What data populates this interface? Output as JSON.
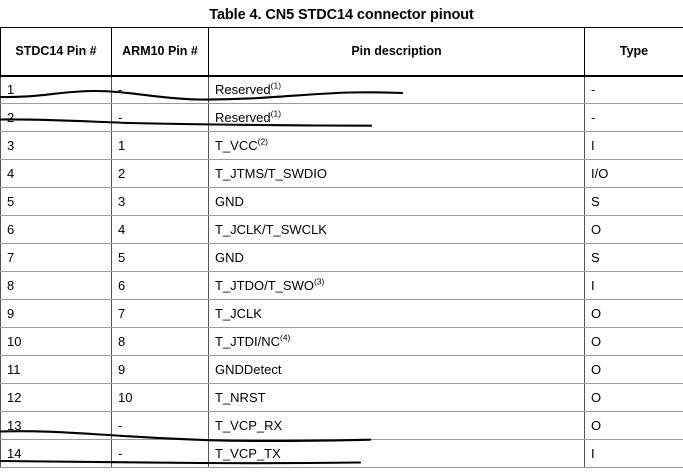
{
  "document": {
    "caption": "Table 4. CN5 STDC14 connector pinout"
  },
  "table": {
    "columns": [
      {
        "key": "stdc14_pin",
        "label": "STDC14 Pin #"
      },
      {
        "key": "arm10_pin",
        "label": "ARM10 Pin #"
      },
      {
        "key": "description",
        "label": "Pin description"
      },
      {
        "key": "type",
        "label": "Type"
      }
    ],
    "rows": [
      {
        "stdc14_pin": "1",
        "arm10_pin": "-",
        "description": "Reserved",
        "footnote": "(1)",
        "type": "-",
        "struck": true
      },
      {
        "stdc14_pin": "2",
        "arm10_pin": "-",
        "description": "Reserved",
        "footnote": "(1)",
        "type": "-",
        "struck": true
      },
      {
        "stdc14_pin": "3",
        "arm10_pin": "1",
        "description": "T_VCC",
        "footnote": "(2)",
        "type": "I",
        "struck": false
      },
      {
        "stdc14_pin": "4",
        "arm10_pin": "2",
        "description": "T_JTMS/T_SWDIO",
        "footnote": "",
        "type": "I/O",
        "struck": false
      },
      {
        "stdc14_pin": "5",
        "arm10_pin": "3",
        "description": "GND",
        "footnote": "",
        "type": "S",
        "struck": false
      },
      {
        "stdc14_pin": "6",
        "arm10_pin": "4",
        "description": "T_JCLK/T_SWCLK",
        "footnote": "",
        "type": "O",
        "struck": false
      },
      {
        "stdc14_pin": "7",
        "arm10_pin": "5",
        "description": "GND",
        "footnote": "",
        "type": "S",
        "struck": false
      },
      {
        "stdc14_pin": "8",
        "arm10_pin": "6",
        "description": "T_JTDO/T_SWO",
        "footnote": "(3)",
        "type": "I",
        "struck": false
      },
      {
        "stdc14_pin": "9",
        "arm10_pin": "7",
        "description": "T_JCLK",
        "footnote": "",
        "type": "O",
        "struck": false
      },
      {
        "stdc14_pin": "10",
        "arm10_pin": "8",
        "description": "T_JTDI/NC",
        "footnote": "(4)",
        "type": "O",
        "struck": false
      },
      {
        "stdc14_pin": "11",
        "arm10_pin": "9",
        "description": "GNDDetect",
        "footnote": "",
        "type": "O",
        "struck": false
      },
      {
        "stdc14_pin": "12",
        "arm10_pin": "10",
        "description": "T_NRST",
        "footnote": "",
        "type": "O",
        "struck": false
      },
      {
        "stdc14_pin": "13",
        "arm10_pin": "-",
        "description": "T_VCP_RX",
        "footnote": "",
        "type": "O",
        "struck": true
      },
      {
        "stdc14_pin": "14",
        "arm10_pin": "-",
        "description": "T_VCP_TX",
        "footnote": "",
        "type": "I",
        "struck": true
      }
    ]
  },
  "annotations": {
    "ink_color": "#000000",
    "marks": [
      {
        "name": "strikethrough-row-1",
        "target_row": "1"
      },
      {
        "name": "strikethrough-row-2",
        "target_row": "2"
      },
      {
        "name": "strikethrough-row-13",
        "target_row": "13"
      },
      {
        "name": "strikethrough-row-14",
        "target_row": "14"
      }
    ]
  }
}
